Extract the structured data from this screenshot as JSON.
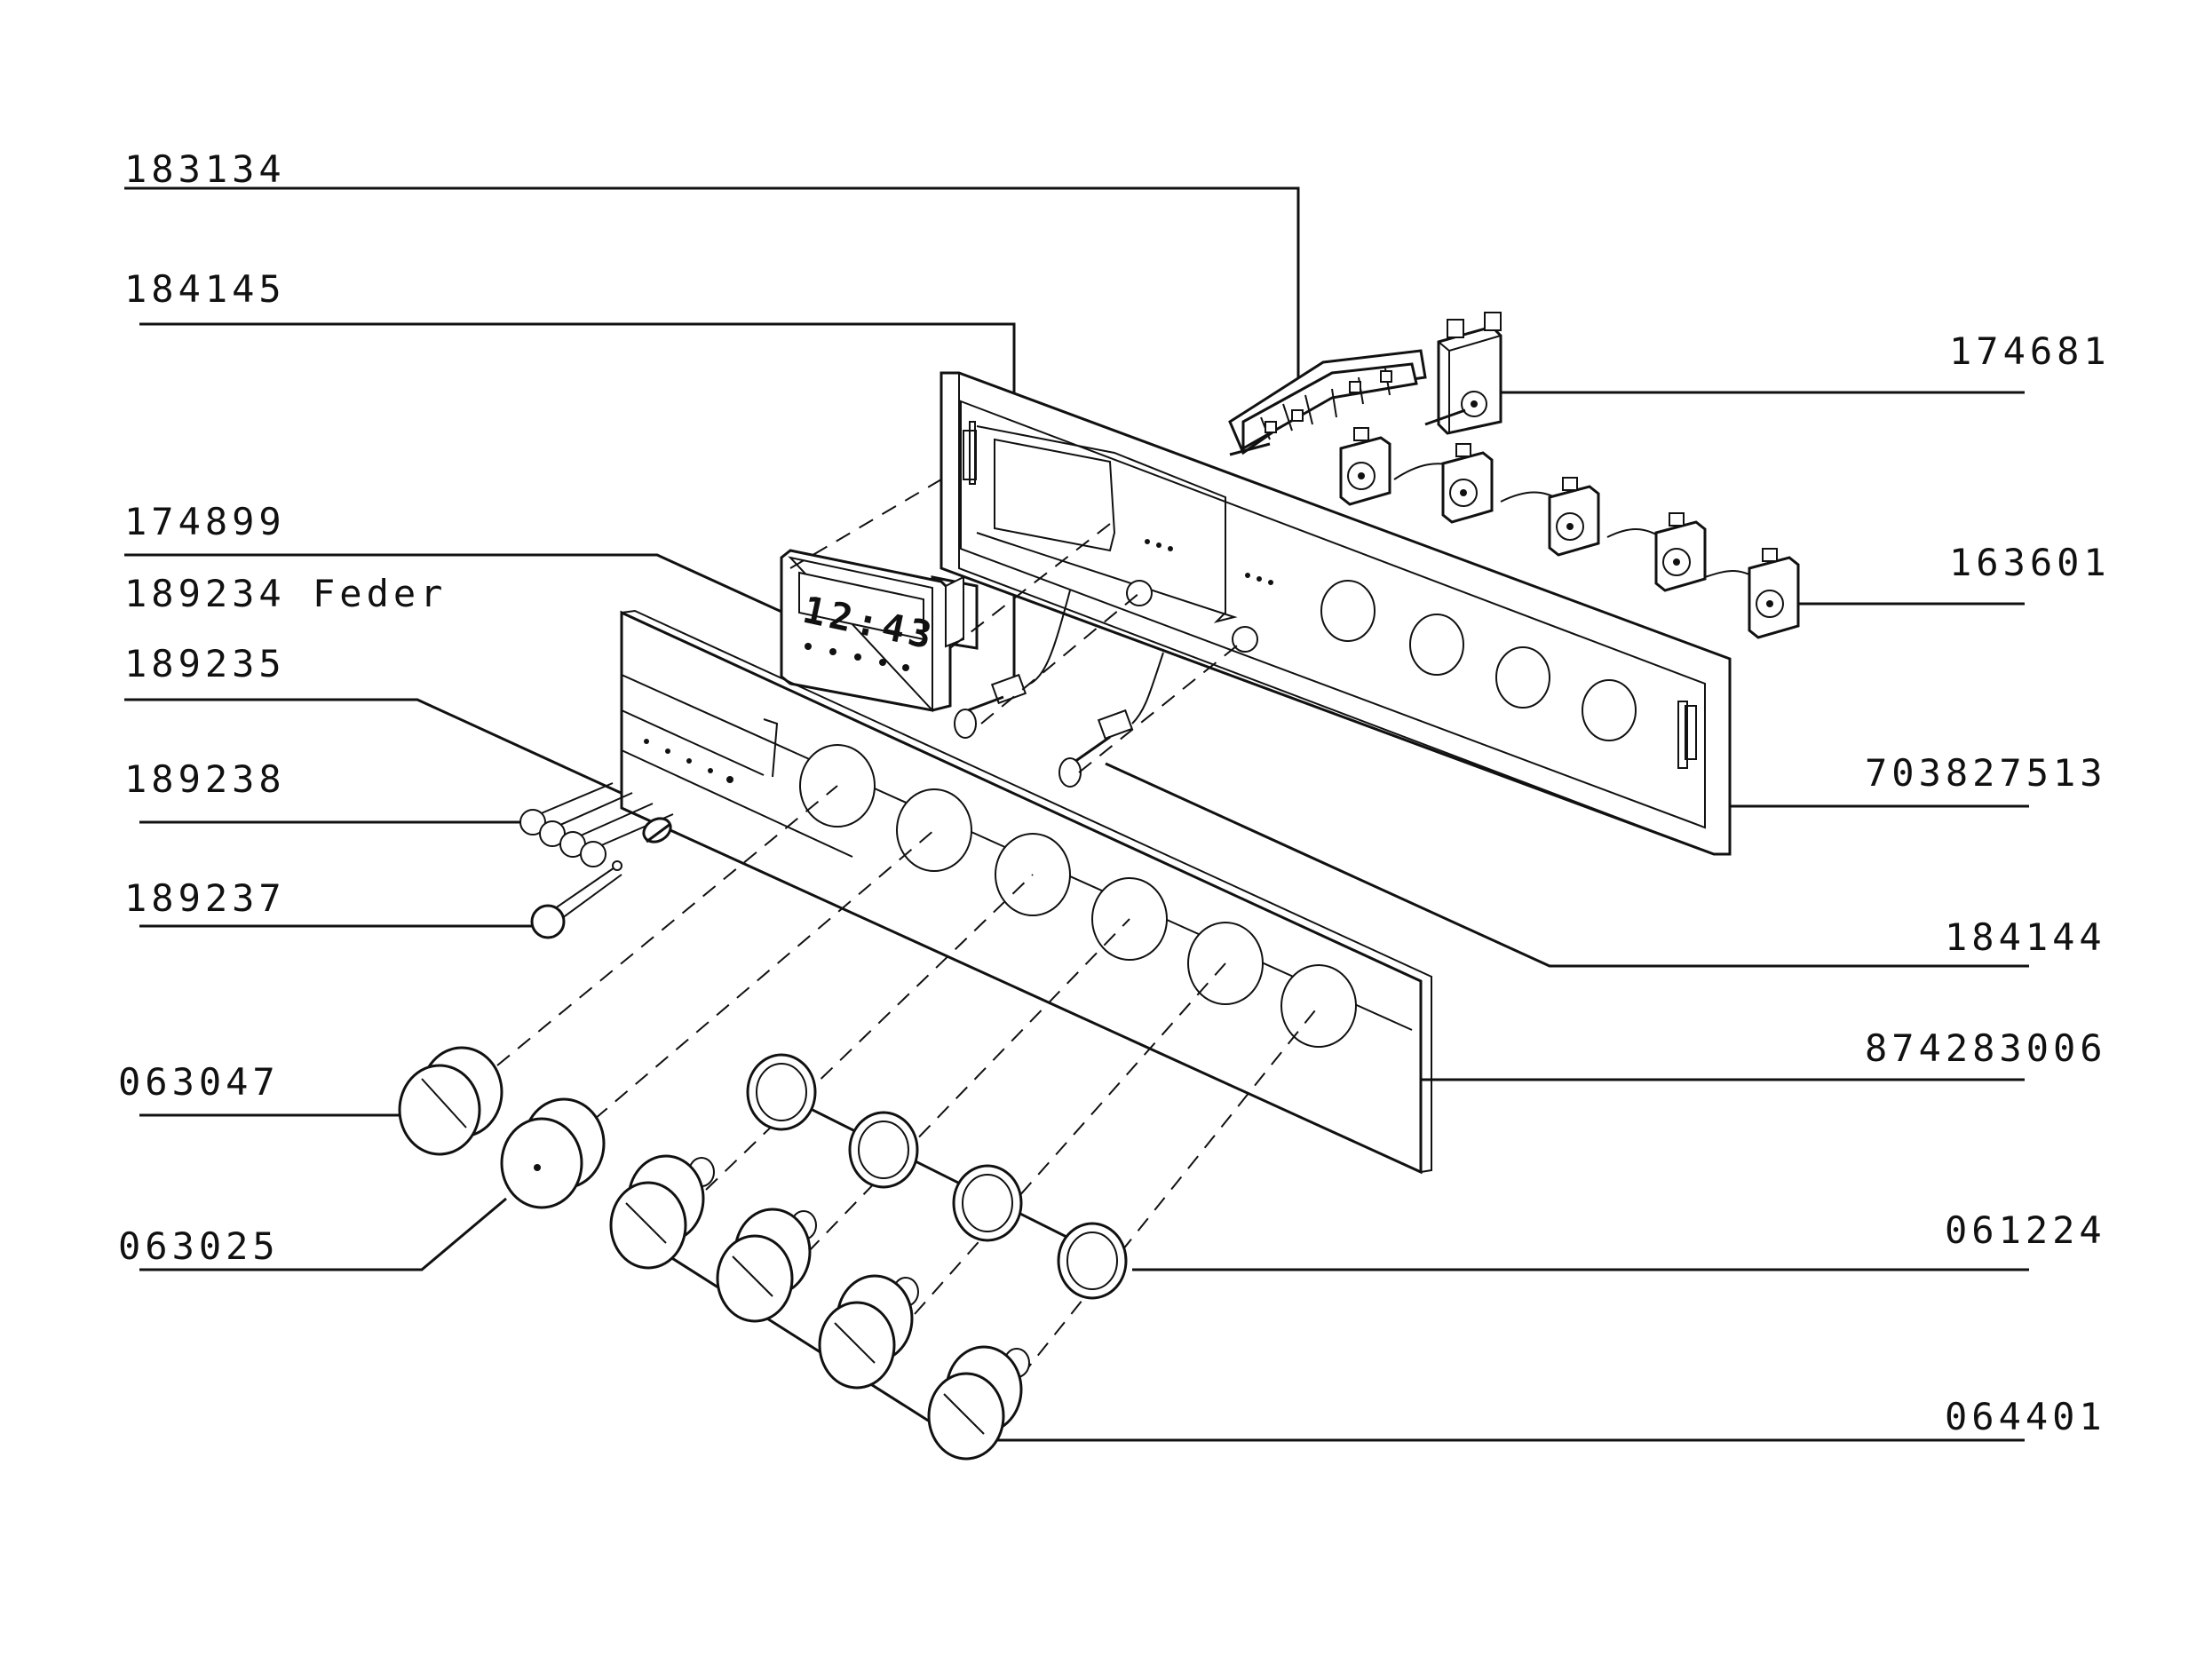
{
  "labels": {
    "p183134": "183134",
    "p184145": "184145",
    "p174899": "174899",
    "p189234": "189234 Feder",
    "p189235": "189235",
    "p189238": "189238",
    "p189237": "189237",
    "p063047": "063047",
    "p063025": "063025",
    "p174681": "174681",
    "p163601": "163601",
    "p703827513": "703827513",
    "p184144": "184144",
    "p874283006": "874283006",
    "p061224": "061224",
    "p064401": "064401"
  },
  "clock_display": "12:43"
}
